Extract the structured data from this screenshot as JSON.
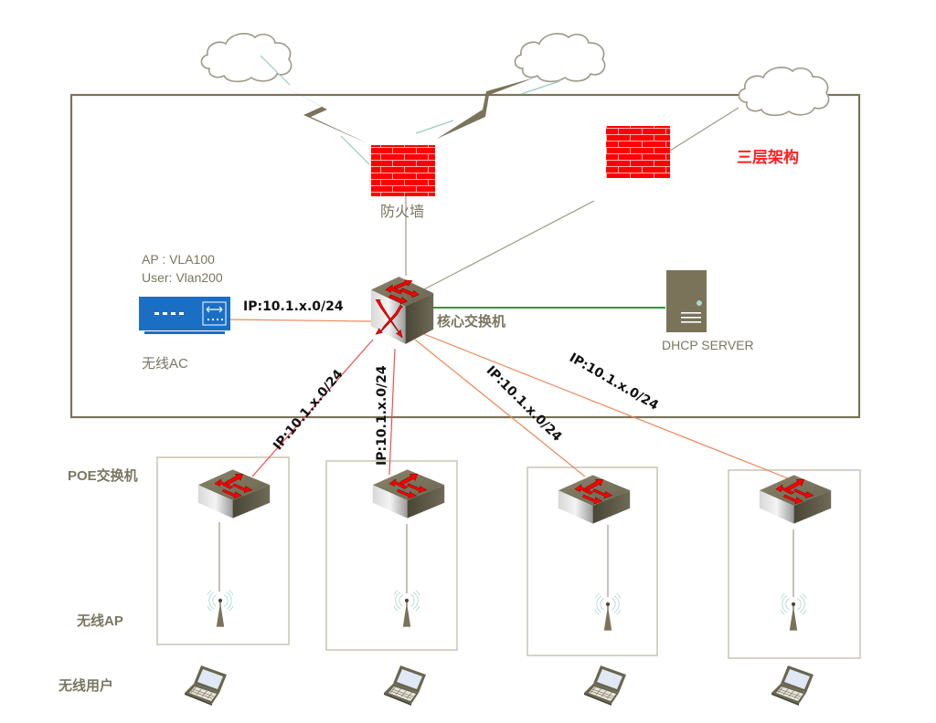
{
  "diagram": {
    "title": "三层架构",
    "colors": {
      "frame": "#7a735a",
      "subframe": "#c8c4b4",
      "firewall": "#ff0000",
      "uplink_red": "#f05050",
      "uplink_orange": "#e8885a",
      "server_link": "#20a040",
      "device_body": "#7a735a",
      "ac_blue": "#1a6fc4",
      "wifi_waves": "#a8d8d0"
    },
    "clouds": [
      {
        "id": "cloud-1",
        "label": ""
      },
      {
        "id": "cloud-2",
        "label": ""
      },
      {
        "id": "cloud-3",
        "label": ""
      }
    ],
    "firewalls": [
      {
        "id": "firewall-main",
        "label": "防火墙"
      },
      {
        "id": "firewall-secondary",
        "label": ""
      }
    ],
    "core_switch": {
      "label": "核心交换机"
    },
    "dhcp_server": {
      "label": "DHCP SERVER"
    },
    "wireless_ac": {
      "label": "无线AC",
      "vlan_ap": "AP :    VLA100",
      "vlan_user": "User: Vlan200",
      "link_label": "IP:10.1.x.0/24"
    },
    "uplinks": [
      {
        "label": "IP:10.1.x.0/24",
        "color": "red"
      },
      {
        "label": "IP:10.1.x.0/24",
        "color": "red"
      },
      {
        "label": "IP:10.1.x.0/24",
        "color": "orange"
      },
      {
        "label": "IP:10.1.x.0/24",
        "color": "orange"
      }
    ],
    "row_labels": {
      "poe_switch": "POE交换机",
      "wireless_ap": "无线AP",
      "wireless_user": "无线用户"
    },
    "access_groups": [
      {
        "id": "group-1",
        "poe_switch": "POE交换机",
        "ap": "无线AP",
        "client": "无线用户"
      },
      {
        "id": "group-2",
        "poe_switch": "POE交换机",
        "ap": "无线AP",
        "client": "无线用户"
      },
      {
        "id": "group-3",
        "poe_switch": "POE交换机",
        "ap": "无线AP",
        "client": "无线用户"
      },
      {
        "id": "group-4",
        "poe_switch": "POE交换机",
        "ap": "无线AP",
        "client": "无线用户"
      }
    ]
  }
}
